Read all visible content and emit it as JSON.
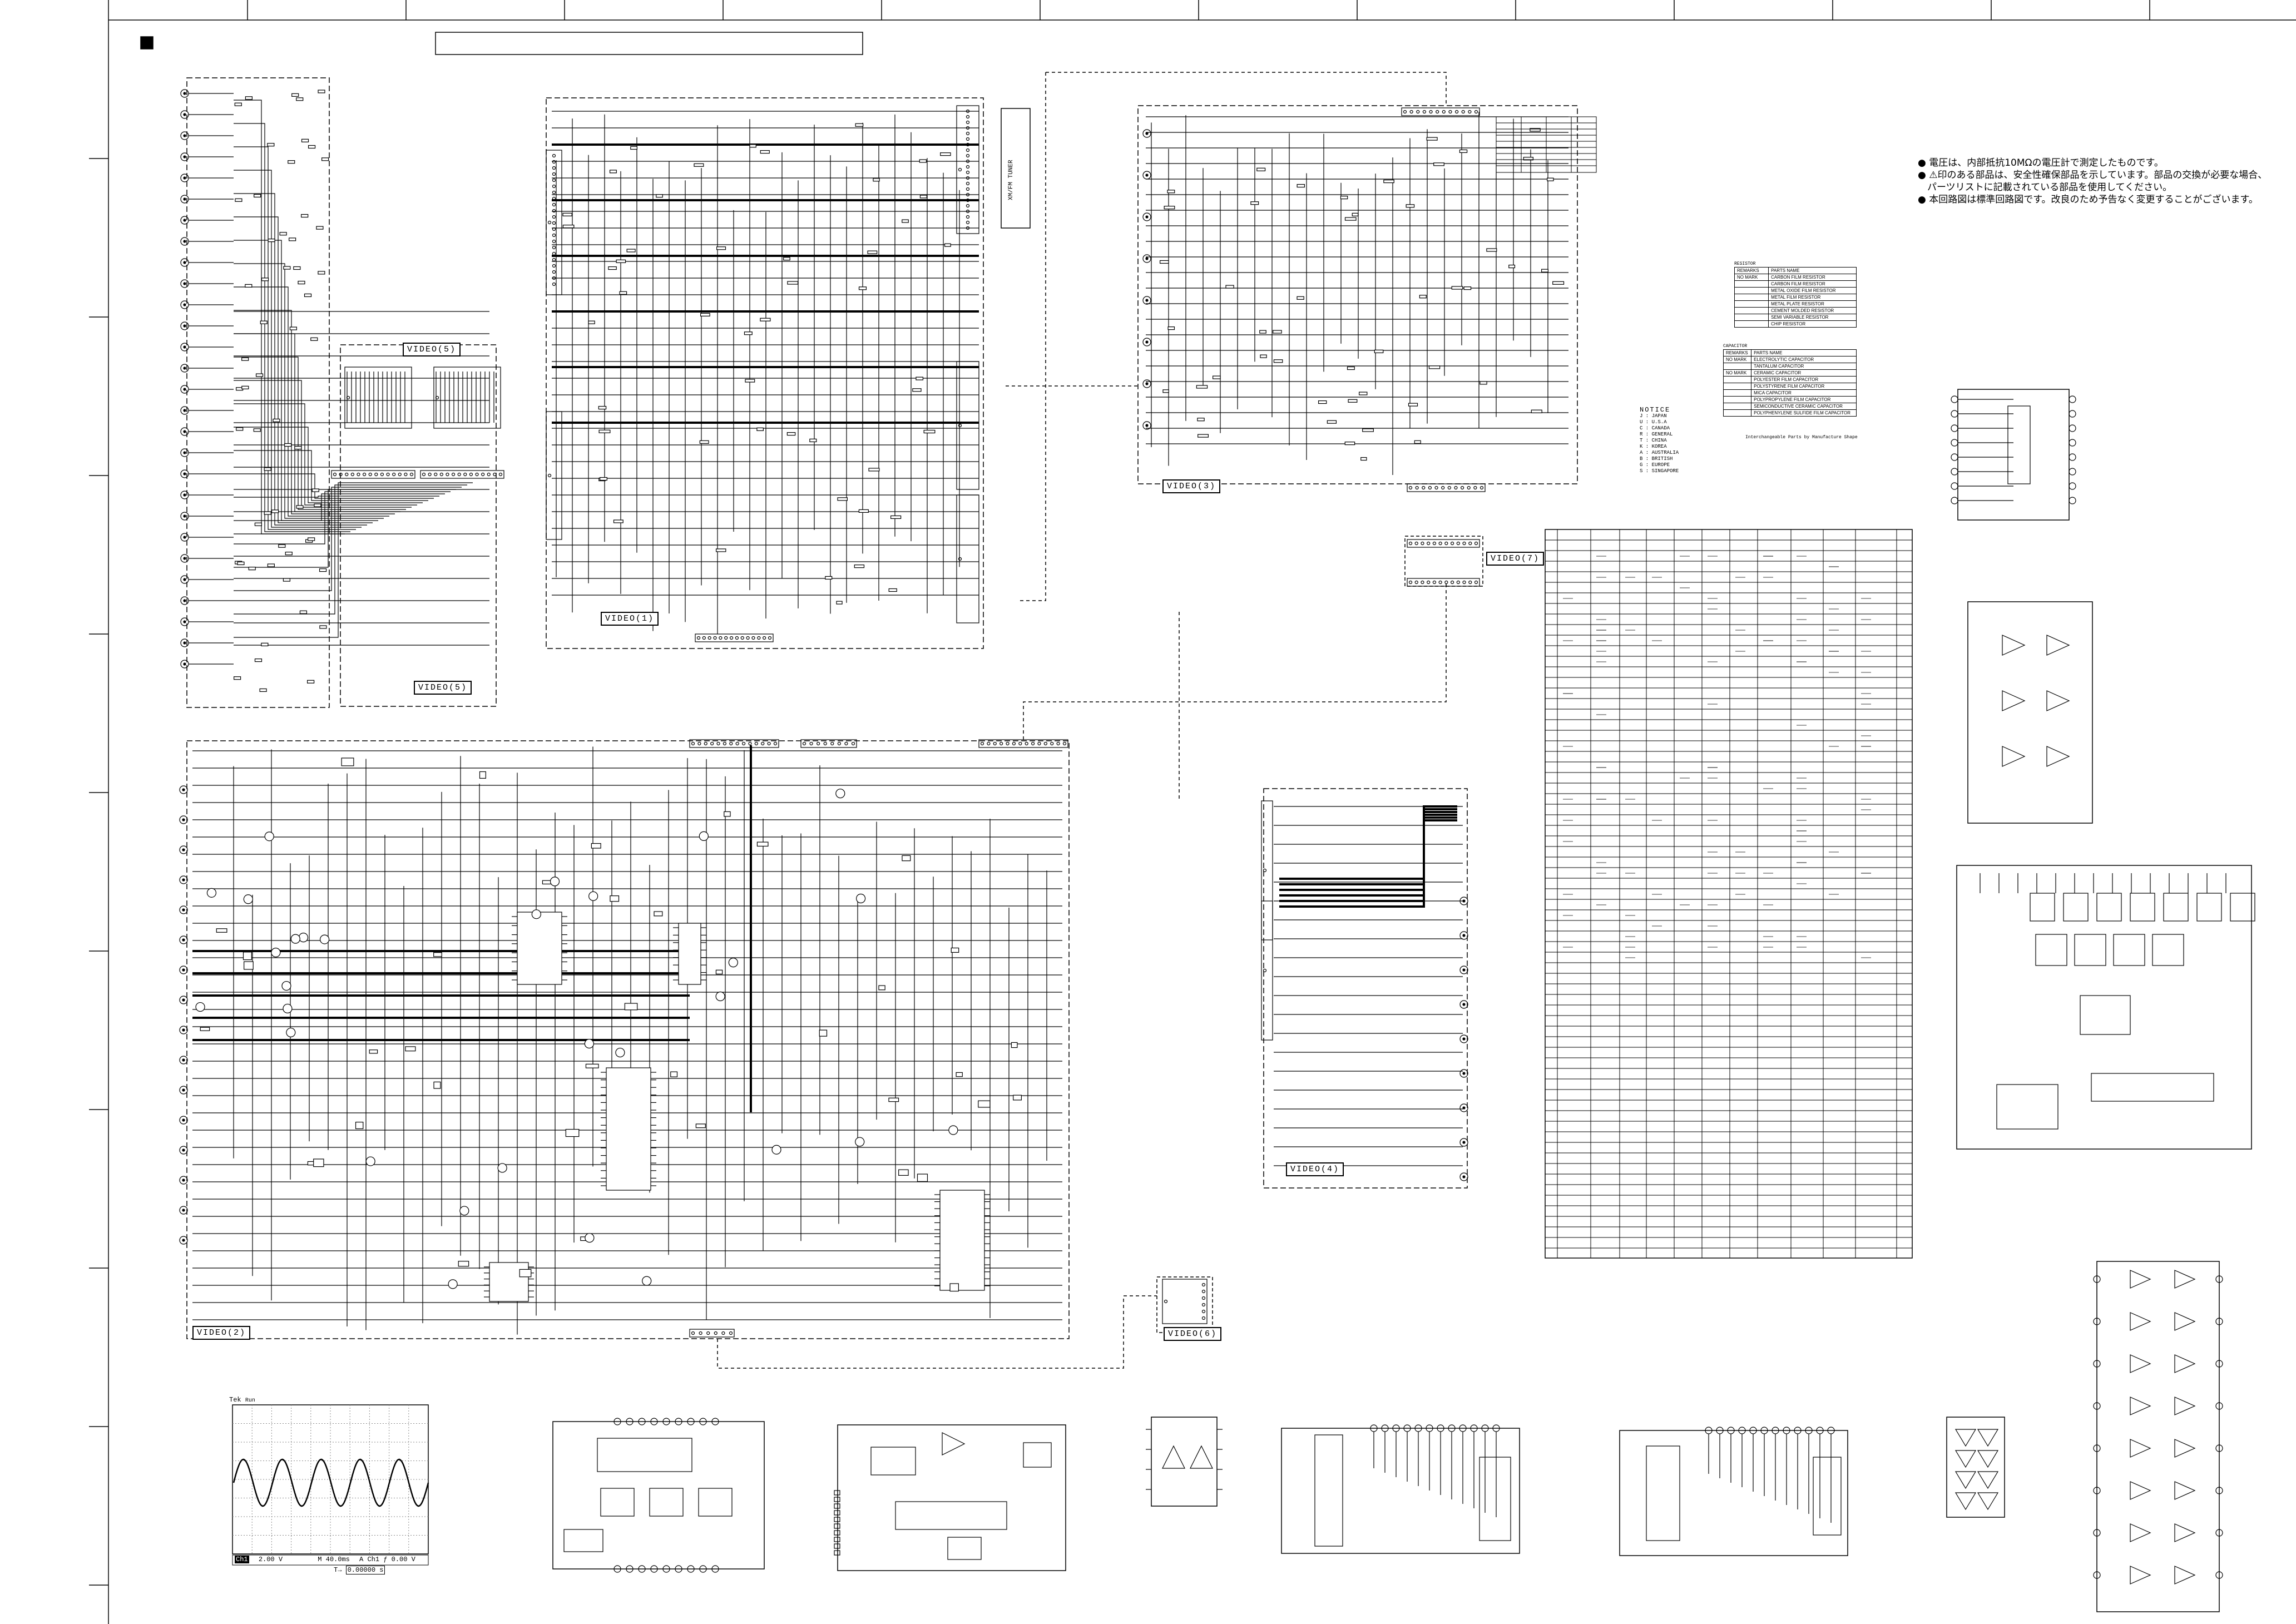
{
  "notes": [
    "● 電圧は、内部抵抗10MΩの電圧計で測定したものです。",
    "● ⚠印のある部品は、安全性確保部品を示しています。部品の交換が必要な場合、",
    "　パーツリストに記載されている部品を使用してください。",
    "● 本回路図は標準回路図です。改良のため予告なく変更することがございます。"
  ],
  "boards": {
    "video_05": "VIDEO(5)",
    "video_01": "VIDEO(1)",
    "video_03": "VIDEO(3)",
    "video_07": "VIDEO(7)",
    "video_04": "VIDEO(4)",
    "video_06": "VIDEO(6)",
    "video_02": "VIDEO(2)"
  },
  "tuner_label": "XM/FM TUNER",
  "notice": {
    "title": "NOTICE",
    "items": [
      "J : JAPAN",
      "U : U.S.A",
      "C : CANADA",
      "R : GENERAL",
      "T : CHINA",
      "K : KOREA",
      "A : AUSTRALIA",
      "B : BRITISH",
      "G : EUROPE",
      "S : SINGAPORE"
    ]
  },
  "resistor_legend": {
    "title": "RESISTOR",
    "header": [
      "REMARKS",
      "PARTS NAME"
    ],
    "rows": [
      [
        "NO MARK",
        "CARBON FILM RESISTOR"
      ],
      [
        "",
        "CARBON FILM RESISTOR"
      ],
      [
        "",
        "METAL OXIDE FILM RESISTOR"
      ],
      [
        "",
        "METAL FILM RESISTOR"
      ],
      [
        "",
        "METAL PLATE RESISTOR"
      ],
      [
        "",
        "CEMENT MOLDED RESISTOR"
      ],
      [
        "",
        "SEMI VARIABLE RESISTOR"
      ],
      [
        "",
        "CHIP RESISTOR"
      ]
    ]
  },
  "capacitor_legend": {
    "title": "CAPACITOR",
    "header": [
      "REMARKS",
      "PARTS NAME"
    ],
    "rows": [
      [
        "NO MARK",
        "ELECTROLYTIC CAPACITOR"
      ],
      [
        "",
        "TANTALUM CAPACITOR"
      ],
      [
        "NO MARK",
        "CERAMIC CAPACITOR"
      ],
      [
        "",
        "POLYESTER FILM CAPACITOR"
      ],
      [
        "",
        "POLYSTYRENE FILM CAPACITOR"
      ],
      [
        "",
        "MICA CAPACITOR"
      ],
      [
        "",
        "POLYPROPYLENE FILM CAPACITOR"
      ],
      [
        "",
        "SEMICONDUCTIVE CERAMIC CAPACITOR"
      ],
      [
        "",
        "POLYPHENYLENE SULFIDE FILM CAPACITOR"
      ]
    ]
  },
  "interchange": {
    "title": "Interchangeable Parts by Manufacture Shape"
  },
  "scope": {
    "brand": "Tek",
    "mode": "Run",
    "channel": "Ch1",
    "volts": "2.00 V",
    "time": "M 40.0ms",
    "trigger": "A  Ch1  ƒ  0.00 V",
    "position": "0.00000 s"
  }
}
